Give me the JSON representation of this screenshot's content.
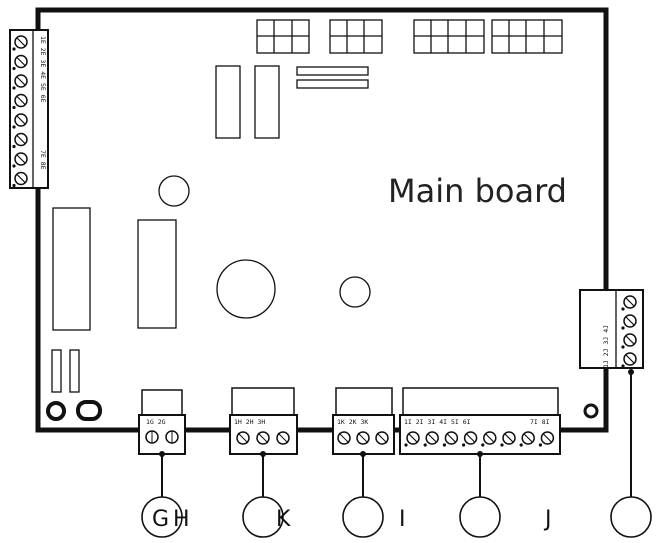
{
  "board": {
    "title": "Main board"
  },
  "left_connector": {
    "labels_top": "1E 2E 3E 4E 5E 6E",
    "labels_bottom": "7E 8E"
  },
  "right_connector": {
    "labels": "1J 2J 3J 4J"
  },
  "bottom_connectors": {
    "g": {
      "labels": "1G 2G"
    },
    "h": {
      "labels": "1H 2H 3H"
    },
    "k": {
      "labels": "1K 2K 3K"
    },
    "j": {
      "labels_left": "1I 2I 3I 4I 5I 6I",
      "labels_right": "7I 8I"
    }
  },
  "callouts": {
    "g": "G",
    "h": "H",
    "k": "K",
    "i": "I",
    "j": "J"
  }
}
